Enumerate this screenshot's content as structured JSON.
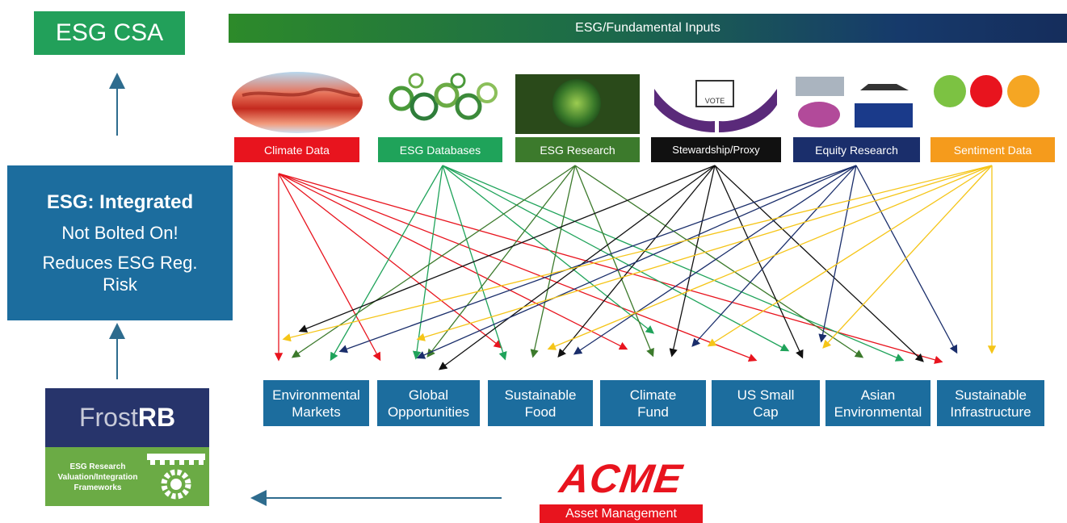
{
  "top_left": {
    "title": "ESG CSA"
  },
  "header_bar": {
    "title": "ESG/Fundamental Inputs"
  },
  "integrated": {
    "title": "ESG: Integrated",
    "line1": "Not Bolted On!",
    "line2": "Reduces ESG Reg. Risk"
  },
  "inputs": [
    {
      "label": "Climate Data",
      "color": "#e8141e",
      "icon": "climate-map-icon"
    },
    {
      "label": "ESG Databases",
      "color": "#1fa35a",
      "icon": "gears-network-icon"
    },
    {
      "label": "ESG Research",
      "color": "#3c7a2c",
      "icon": "green-earth-icon"
    },
    {
      "label": "Stewardship/Proxy",
      "color": "#111111",
      "icon": "vote-hands-icon"
    },
    {
      "label": "Equity Research",
      "color": "#1a2e6b",
      "icon": "tech-collage-icon"
    },
    {
      "label": "Sentiment Data",
      "color": "#f59b1c",
      "icon": "smiley-faces-icon"
    }
  ],
  "funds": [
    {
      "line1": "Environmental",
      "line2": "Markets"
    },
    {
      "line1": "Global",
      "line2": "Opportunities"
    },
    {
      "line1": "Sustainable",
      "line2": "Food"
    },
    {
      "line1": "Climate",
      "line2": "Fund"
    },
    {
      "line1": "US Small",
      "line2": "Cap"
    },
    {
      "line1": "Asian",
      "line2": "Environmental"
    },
    {
      "line1": "Sustainable",
      "line2": "Infrastructure"
    }
  ],
  "frost": {
    "brand_light": "Frost",
    "brand_bold": "RB",
    "line1": "ESG Research",
    "line2": "Valuation/Integration",
    "line3": "Frameworks"
  },
  "acme": {
    "name": "ACME",
    "subtitle": "Asset Management"
  },
  "arrow_colors": {
    "climate": "#e8141e",
    "databases": "#1fa35a",
    "research": "#3c7a2c",
    "stewardship": "#111111",
    "equity": "#1a2e6b",
    "sentiment": "#f5c518",
    "neutral": "#2e6c8e"
  }
}
